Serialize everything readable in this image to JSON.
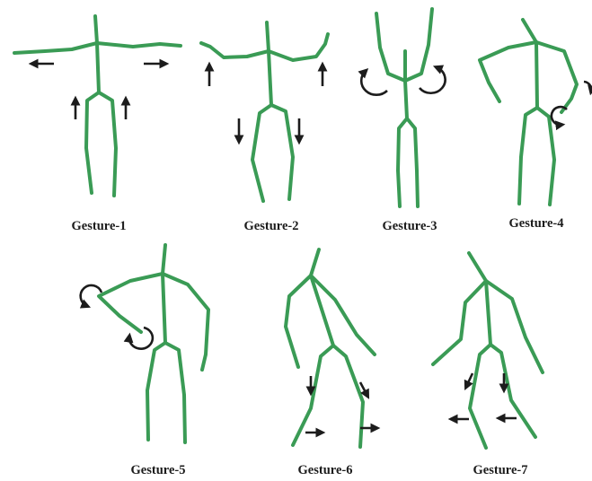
{
  "colors": {
    "skeleton": "#3a9b55",
    "arrow": "#1c1c1c",
    "caption": "#1c1c1c"
  },
  "figures": [
    {
      "id": "g1",
      "caption": "Gesture-1",
      "motion": [
        "arrow-left",
        "arrow-right",
        "arrow-up",
        "arrow-up"
      ]
    },
    {
      "id": "g2",
      "caption": "Gesture-2",
      "motion": [
        "arrow-up",
        "arrow-up",
        "arrow-down",
        "arrow-down"
      ]
    },
    {
      "id": "g3",
      "caption": "Gesture-3",
      "motion": [
        "rotate-counterclockwise",
        "rotate-clockwise"
      ]
    },
    {
      "id": "g4",
      "caption": "Gesture-4",
      "motion": [
        "rotate",
        "rotate"
      ]
    },
    {
      "id": "g5",
      "caption": "Gesture-5",
      "motion": [
        "rotate",
        "rotate"
      ]
    },
    {
      "id": "g6",
      "caption": "Gesture-6",
      "motion": [
        "arrow-down",
        "arrow-down",
        "arrow-right",
        "arrow-right"
      ]
    },
    {
      "id": "g7",
      "caption": "Gesture-7",
      "motion": [
        "arrow-down",
        "arrow-down",
        "arrow-left",
        "arrow-left"
      ]
    }
  ]
}
